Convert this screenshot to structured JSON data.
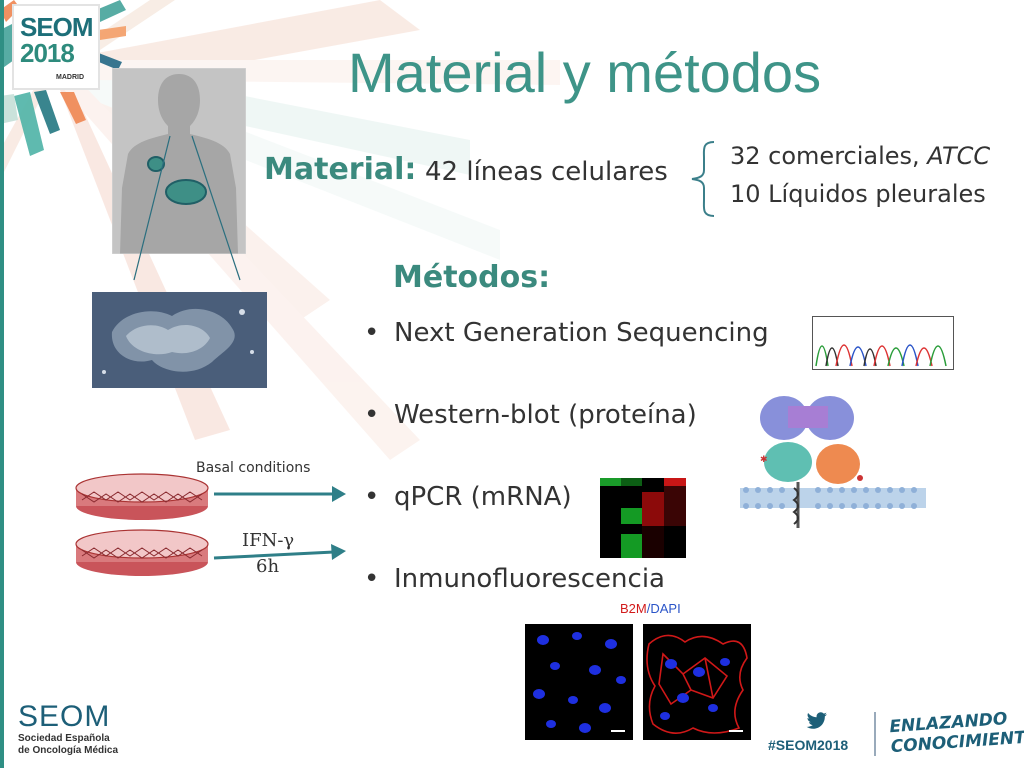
{
  "logo": {
    "brand": "SEOM",
    "year": "2018",
    "city": "MADRID"
  },
  "title": "Material y métodos",
  "material": {
    "label": "Material:",
    "text": "42 líneas celulares",
    "sub": [
      {
        "text": "32 comerciales, ",
        "italic": "ATCC"
      },
      {
        "text": "10 Líquidos pleurales",
        "italic": ""
      }
    ]
  },
  "methods": {
    "label": "Métodos:",
    "items": [
      "Next Generation Sequencing",
      "Western-blot (proteína)",
      "qPCR (mRNA)",
      "Inmunofluorescencia"
    ]
  },
  "culture": {
    "basal_label": "Basal conditions",
    "ifn_label": "IFN-γ",
    "ifn_time": "6h"
  },
  "b2m": {
    "marker": "B2M",
    "separator": "/",
    "stain": "DAPI"
  },
  "footer": {
    "brand": "SEOM",
    "sub1": "Sociedad Española",
    "sub2": "de Oncología Médica",
    "hashtag": "#SEOM2018",
    "slogan1": "ENLAZANDO",
    "slogan2": "CONOCIMIENTO"
  },
  "colors": {
    "accent": "#3b8a7e",
    "title": "#3e9488",
    "brand_blue": "#1d5f78"
  }
}
